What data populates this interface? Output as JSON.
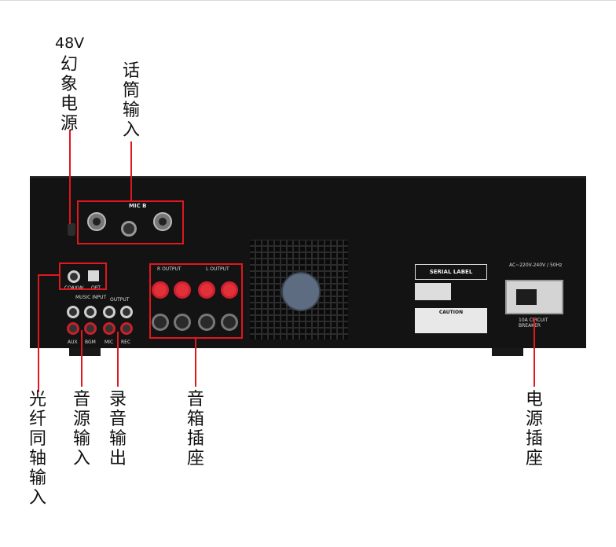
{
  "callouts": {
    "phantom_48v_title": "48V",
    "phantom_power": "幻象电源",
    "mic_input": "话筒输入",
    "optical_coaxial_input": "光纤同轴输入",
    "source_input": "音源输入",
    "record_output": "录音输出",
    "speaker_terminals": "音箱插座",
    "power_socket": "电源插座"
  },
  "panel_text": {
    "mic_b": "MIC B",
    "r_output": "R OUTPUT",
    "l_output": "L OUTPUT",
    "music_input": "MUSIC INPUT",
    "output": "OUTPUT",
    "coaxial": "COAXIAL",
    "opt": "OPT",
    "aux": "AUX",
    "bgm": "BGM",
    "mic": "MIC",
    "rec": "REC",
    "serial_label": "SERIAL LABEL",
    "caution": "CAUTION",
    "ac_rating": "AC~220V-240V / 50Hz",
    "breaker": "10A CIRCUIT BREAKER"
  },
  "colors": {
    "callout_red": "#e0171f",
    "chassis": "#131313"
  }
}
